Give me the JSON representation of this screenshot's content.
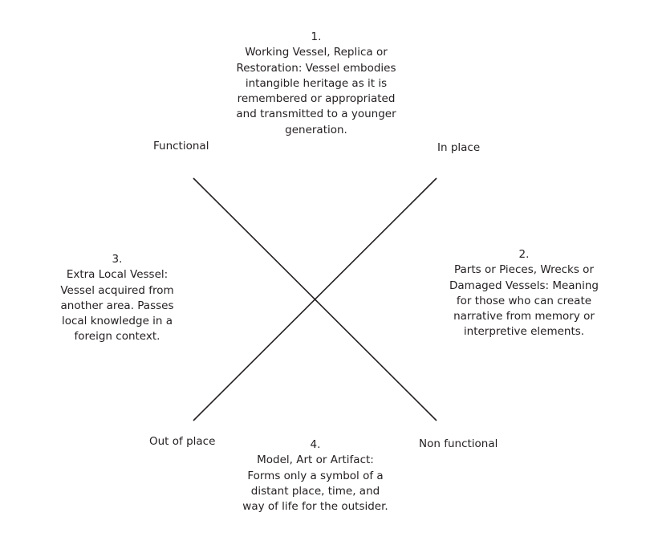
{
  "axes": {
    "functional": "Functional",
    "in_place": "In place",
    "out_of_place": "Out of place",
    "non_functional": "Non functional"
  },
  "quadrants": {
    "q1": {
      "number": "1.",
      "lines": [
        "Working Vessel, Replica or",
        "Restoration: Vessel embodies",
        "intangible heritage as it is",
        "remembered or appropriated",
        "and transmitted to a younger",
        "generation."
      ]
    },
    "q2": {
      "number": "2.",
      "lines": [
        "Parts or Pieces, Wrecks or",
        "Damaged Vessels:  Meaning",
        "for those who can create",
        "narrative from memory or",
        "interpretive elements."
      ]
    },
    "q3": {
      "number": "3.",
      "lines": [
        "Extra Local Vessel:",
        "Vessel acquired from",
        "another area. Passes",
        "local knowledge in a",
        "foreign context."
      ]
    },
    "q4": {
      "number": "4.",
      "lines": [
        "Model, Art or Artifact:",
        "Forms only a symbol of a",
        "distant place, time, and",
        "way of life for the outsider."
      ]
    }
  },
  "colors": {
    "line": "#231f20",
    "text": "#231f20",
    "background": "#ffffff"
  }
}
